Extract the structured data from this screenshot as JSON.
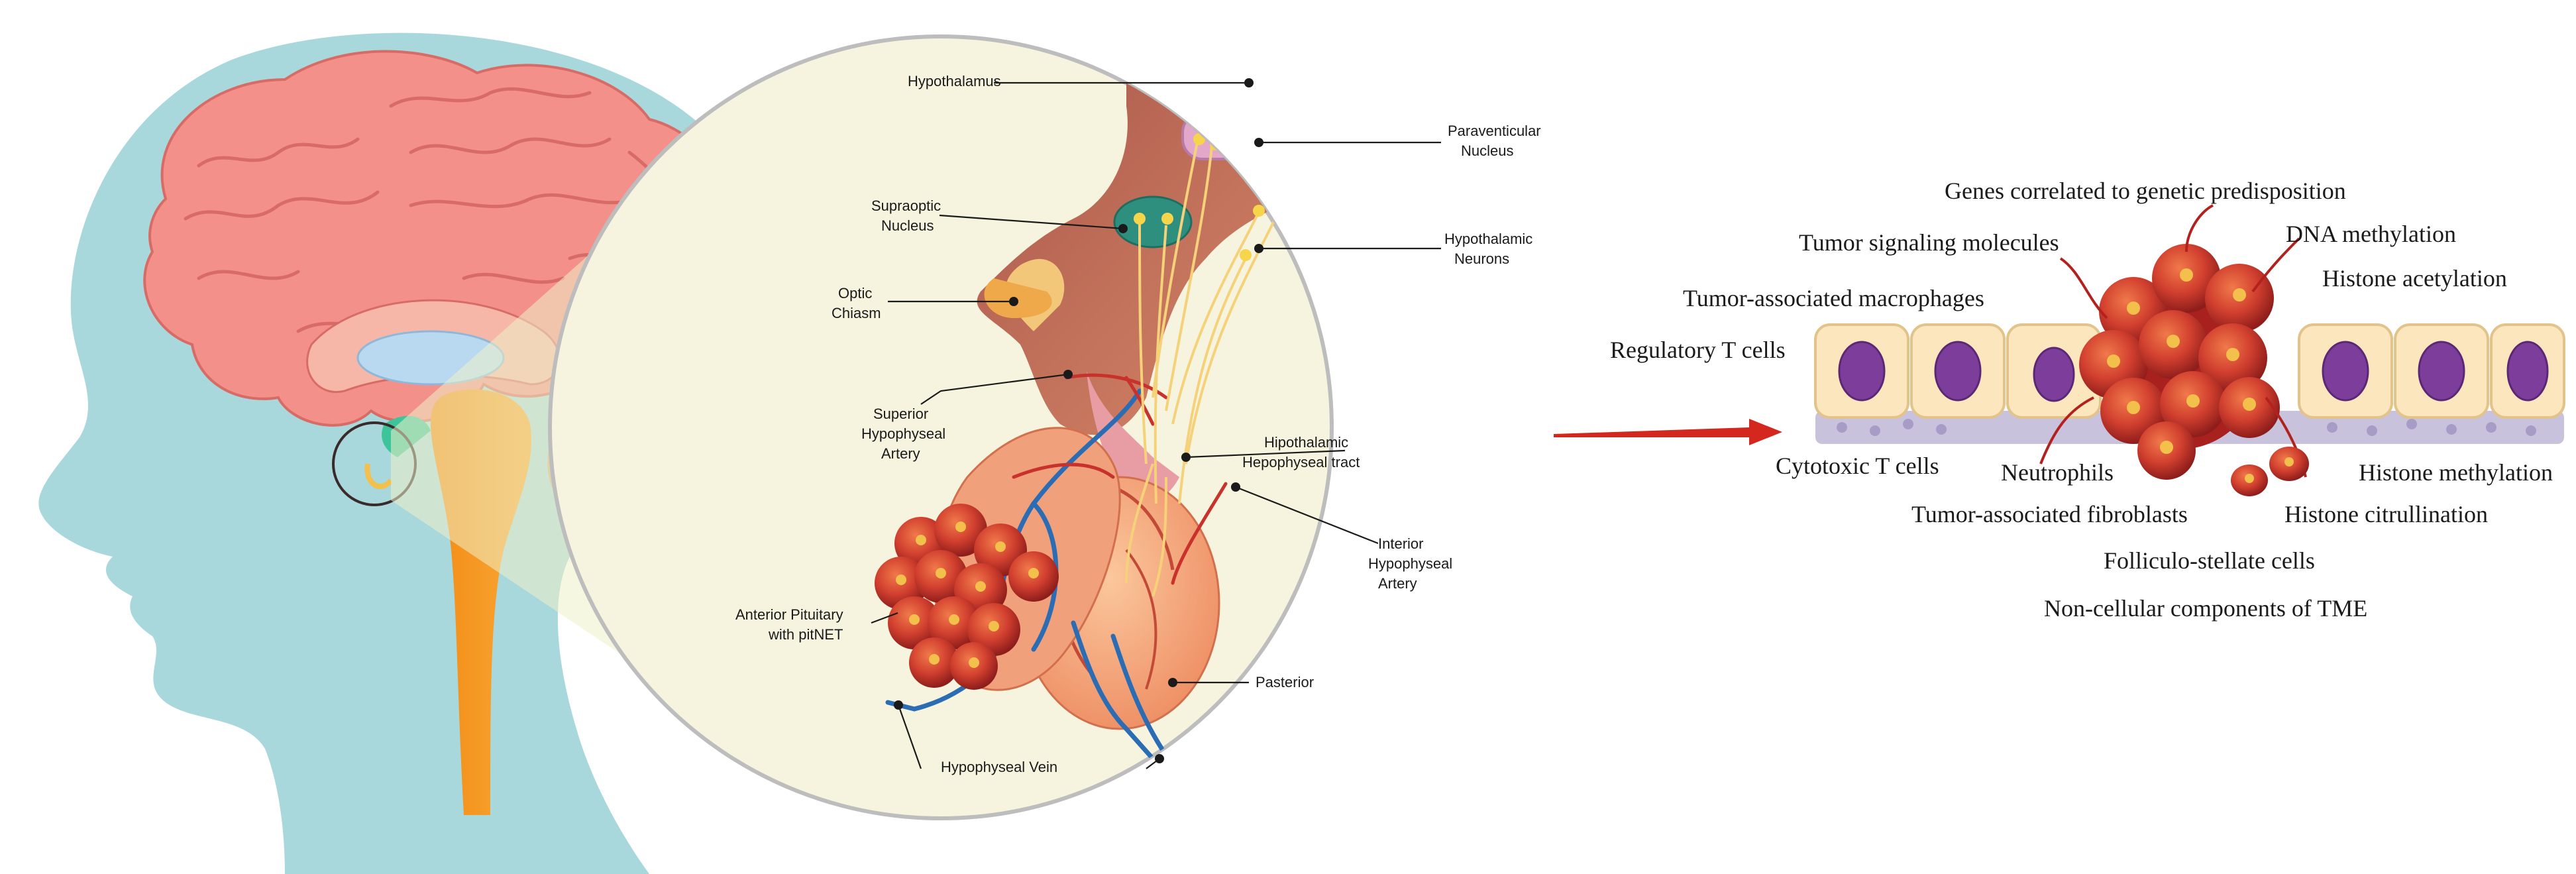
{
  "zoom_labels": {
    "hypothalamus": "Hypothalamus",
    "paraventricular": [
      "Paraventicular",
      "Nucleus"
    ],
    "supraoptic": [
      "Supraoptic",
      "Nucleus"
    ],
    "hypothalamic_neurons": [
      "Hypothalamic",
      "Neurons"
    ],
    "optic_chiasm": [
      "Optic",
      "Chiasm"
    ],
    "superior_artery": [
      "Superior",
      "Hypophyseal",
      "Artery"
    ],
    "hypothalamic_tract": [
      "Hipothalamic",
      "Hepophyseal tract"
    ],
    "interior_artery": [
      "Interior",
      "Hypophyseal",
      "Artery"
    ],
    "anterior_pituitary": [
      "Anterior Pituitary",
      "with pitNET"
    ],
    "posterior": "Pasterior",
    "vein": "Hypophyseal Vein"
  },
  "tme_labels": {
    "genes": "Genes correlated to genetic predisposition",
    "tumor_signaling": "Tumor signaling molecules",
    "dna_methylation": "DNA methylation",
    "histone_acetylation": "Histone acetylation",
    "tam": "Tumor-associated macrophages",
    "treg": "Regulatory T cells",
    "cytotoxic": "Cytotoxic T cells",
    "neutrophils": "Neutrophils",
    "histone_methylation": "Histone methylation",
    "taf": "Tumor-associated fibroblasts",
    "histone_citrullination": "Histone citrullination",
    "folliculo": "Folliculo-stellate cells",
    "noncellular": "Non-cellular components of TME"
  },
  "colors": {
    "head": "#a8d8dc",
    "brain": "#f4908a",
    "zoom_bg": "#f6f4df",
    "tumor": "#c8312c",
    "vein": "#2a6db5",
    "arrow": "#d4281f",
    "nucleus": "#7d3d9b",
    "epithelium": "#fbe6bd"
  }
}
